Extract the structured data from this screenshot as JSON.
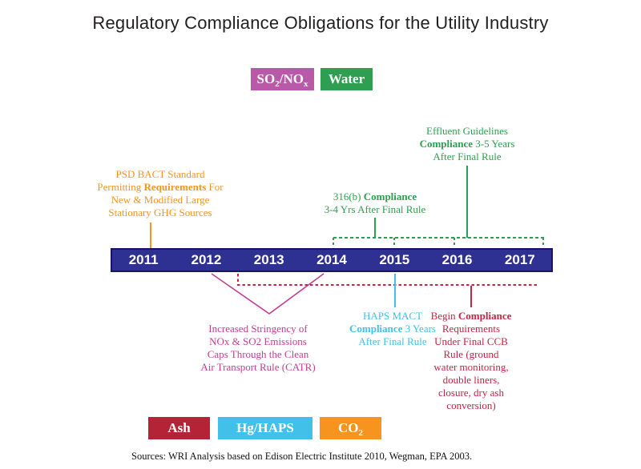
{
  "title": "Regulatory Compliance Obligations for the Utility Industry",
  "source": "Sources: WRI Analysis based on Edison Electric Institute 2010, Wegman, EPA 2003.",
  "colors": {
    "so2nox": "#b85aa7",
    "water": "#2e9e50",
    "ash": "#b52337",
    "hg_haps": "#41c0ea",
    "co2": "#f7941e",
    "timeline_fill": "#2e3192",
    "timeline_border": "#1b1464",
    "magenta_annotation": "#c33e92",
    "green_annotation": "#2e9e50",
    "orange_annotation": "#f7941e",
    "cyan_annotation": "#41c0ea",
    "crimson_annotation": "#c32543"
  },
  "legend_top": [
    {
      "id": "so2nox",
      "segments": [
        {
          "t": "SO"
        },
        {
          "t": "2",
          "sub": true
        },
        {
          "t": "/NO"
        },
        {
          "t": "x",
          "sub": true
        }
      ]
    },
    {
      "id": "water",
      "segments": [
        {
          "t": "Water"
        }
      ]
    }
  ],
  "legend_bottom": [
    {
      "id": "ash",
      "segments": [
        {
          "t": "Ash"
        }
      ]
    },
    {
      "id": "hg_haps",
      "segments": [
        {
          "t": "Hg/HAPS"
        }
      ]
    },
    {
      "id": "co2",
      "segments": [
        {
          "t": "CO"
        },
        {
          "t": "2",
          "sub": true
        }
      ]
    }
  ],
  "timeline": {
    "years": [
      "2011",
      "2012",
      "2013",
      "2014",
      "2015",
      "2016",
      "2017"
    ]
  },
  "annotations": {
    "psd_bact": {
      "category": "co2",
      "lines": [
        [
          {
            "t": "PSD BACT Standard"
          }
        ],
        [
          {
            "t": "Permitting "
          },
          {
            "t": "Requirements",
            "b": true
          },
          {
            "t": " For"
          }
        ],
        [
          {
            "t": "New & Modified Large"
          }
        ],
        [
          {
            "t": "Stationary GHG Sources"
          }
        ]
      ]
    },
    "b316": {
      "category": "water",
      "lines": [
        [
          {
            "t": "316(b) "
          },
          {
            "t": "Compliance",
            "b": true
          }
        ],
        [
          {
            "t": "3-4 Yrs After Final Rule"
          }
        ]
      ]
    },
    "effluent": {
      "category": "water",
      "lines": [
        [
          {
            "t": "Effluent Guidelines"
          }
        ],
        [
          {
            "t": "Compliance",
            "b": true
          },
          {
            "t": " 3-5 Years"
          }
        ],
        [
          {
            "t": "After Final Rule"
          }
        ]
      ]
    },
    "catr": {
      "category": "so2nox",
      "lines": [
        [
          {
            "t": "Increased Stringency of"
          }
        ],
        [
          {
            "t": "NOx & SO2 Emissions"
          }
        ],
        [
          {
            "t": "Caps Through the Clean"
          }
        ],
        [
          {
            "t": "Air Transport Rule (CATR)"
          }
        ]
      ]
    },
    "haps_mact": {
      "category": "hg_haps",
      "lines": [
        [
          {
            "t": "HAPS MACT"
          }
        ],
        [
          {
            "t": "Compliance",
            "b": true
          },
          {
            "t": " 3 Years"
          }
        ],
        [
          {
            "t": "After Final Rule"
          }
        ]
      ]
    },
    "ccb": {
      "category": "ash",
      "lines": [
        [
          {
            "t": "Begin "
          },
          {
            "t": "Compliance",
            "b": true
          }
        ],
        [
          {
            "t": "Requirements"
          }
        ],
        [
          {
            "t": "Under Final CCB"
          }
        ],
        [
          {
            "t": "Rule (ground"
          }
        ],
        [
          {
            "t": "water monitoring,"
          }
        ],
        [
          {
            "t": "double liners,"
          }
        ],
        [
          {
            "t": "closure, dry ash"
          }
        ],
        [
          {
            "t": "conversion)"
          }
        ]
      ]
    }
  }
}
